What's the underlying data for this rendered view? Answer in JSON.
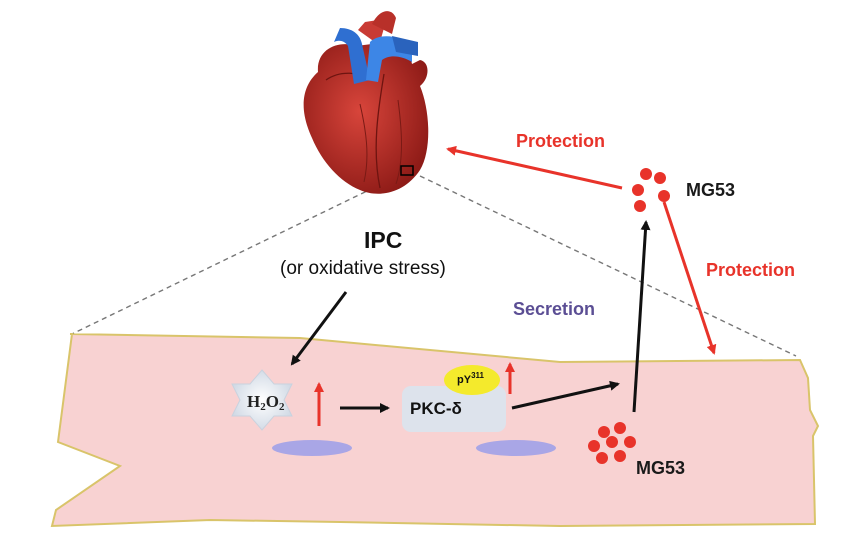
{
  "labels": {
    "ipc": "IPC",
    "ipc_sub": "(or oxidative stress)",
    "protection_1": "Protection",
    "protection_2": "Protection",
    "secretion": "Secretion",
    "mg53_top": "MG53",
    "mg53_bottom": "MG53",
    "h2o2_base": "H",
    "h2o2_sub1": "2",
    "h2o2_mid": "O",
    "h2o2_sub2": "2",
    "pkc": "PKC-δ",
    "py_base": "pY",
    "py_sup": "311"
  },
  "colors": {
    "protection_red": "#e8332a",
    "secretion_purple": "#5b4e94",
    "cell_fill": "#f8d2d2",
    "cell_border": "#d9c46a",
    "mg53_dot": "#e8332a",
    "phospho_yellow": "#f4ea2c",
    "pkc_box": "#dde3ec",
    "membrane_patch": "#a9a6e6"
  },
  "icons": [
    "heart-icon",
    "h2o2-star-icon"
  ]
}
